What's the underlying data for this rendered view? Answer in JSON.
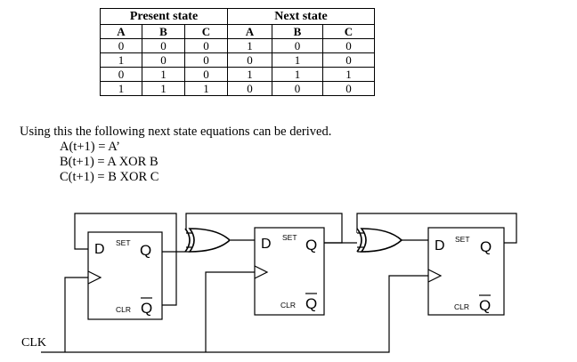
{
  "table": {
    "group_present": "Present state",
    "group_next": "Next state",
    "columns": [
      "A",
      "B",
      "C",
      "A",
      "B",
      "C"
    ],
    "rows": [
      [
        "0",
        "0",
        "0",
        "1",
        "0",
        "0"
      ],
      [
        "1",
        "0",
        "0",
        "0",
        "1",
        "0"
      ],
      [
        "0",
        "1",
        "0",
        "1",
        "1",
        "1"
      ],
      [
        "1",
        "1",
        "1",
        "0",
        "0",
        "0"
      ]
    ]
  },
  "text": {
    "intro": "Using this the following next state equations can be derived.",
    "equations": [
      "A(t+1) = A’",
      "B(t+1) = A XOR B",
      "C(t+1) = B XOR C"
    ]
  },
  "circuit": {
    "clock_label": "CLK",
    "flipflops": [
      {
        "d": "D",
        "q": "Q",
        "qbar": "Q",
        "set": "SET",
        "clr": "CLR"
      },
      {
        "d": "D",
        "q": "Q",
        "qbar": "Q",
        "set": "SET",
        "clr": "CLR"
      },
      {
        "d": "D",
        "q": "Q",
        "qbar": "Q",
        "set": "SET",
        "clr": "CLR"
      }
    ]
  }
}
